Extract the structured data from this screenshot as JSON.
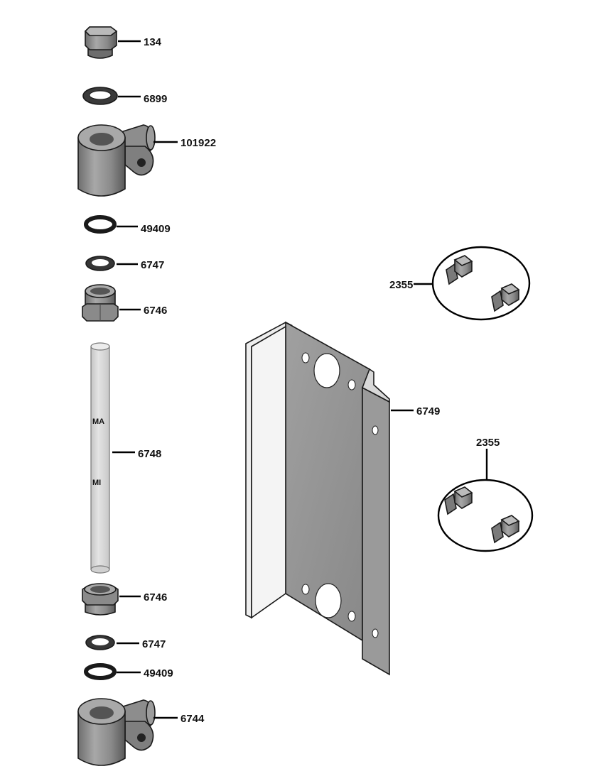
{
  "parts": [
    {
      "id": "cap",
      "label": "134"
    },
    {
      "id": "washer-top",
      "label": "6899"
    },
    {
      "id": "elbow-top",
      "label": "101922"
    },
    {
      "id": "oring-upper",
      "label": "49409"
    },
    {
      "id": "gasket-upper",
      "label": "6747"
    },
    {
      "id": "nut-upper",
      "label": "6746"
    },
    {
      "id": "gauge-glass",
      "label": "6748"
    },
    {
      "id": "nut-lower",
      "label": "6746"
    },
    {
      "id": "gasket-lower",
      "label": "6747"
    },
    {
      "id": "oring-lower",
      "label": "49409"
    },
    {
      "id": "elbow-bottom",
      "label": "6744"
    },
    {
      "id": "bracket",
      "label": "6749"
    },
    {
      "id": "bolts-upper",
      "label": "2355"
    },
    {
      "id": "bolts-lower",
      "label": "2355"
    }
  ],
  "glass_marks": [
    "MA",
    "MI"
  ],
  "colors": {
    "metal": "#8c8c8c",
    "metal_dark": "#5a5a5a",
    "metal_light": "#b8b8b8",
    "glass": "#d6d6d6",
    "line": "#000000"
  }
}
